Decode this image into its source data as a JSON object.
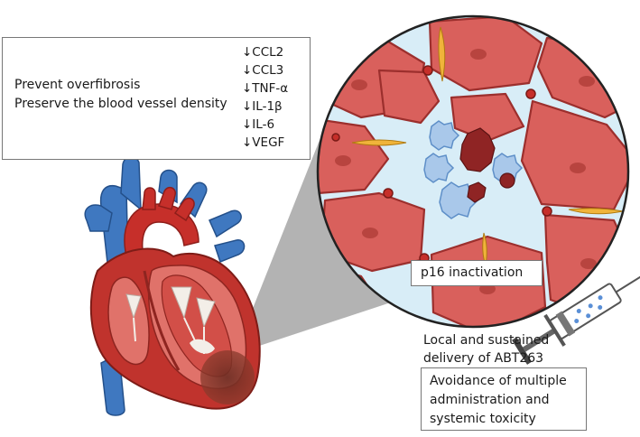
{
  "effects_box": {
    "outcomes": [
      "Prevent overfibrosis",
      "Preserve the blood vessel density"
    ],
    "cytokines": [
      "↓CCL2",
      "↓CCL3",
      "↓TNF-α",
      "↓IL-1β",
      "↓IL-6",
      "↓VEGF"
    ]
  },
  "p16_label": "p16 inactivation",
  "delivery_label": [
    "Local and sustained",
    "delivery of ABT263"
  ],
  "avoidance_box": [
    "Avoidance of multiple",
    "administration and",
    "systemic toxicity"
  ],
  "colors": {
    "cardiomyocyte": "#d9605c",
    "cardiomyocyte_border": "#9c2f2d",
    "interstitium": "#d8edf7",
    "artery": "#c62f2a",
    "vein": "#3f78c0",
    "senescent_cell": "#8f2424",
    "immune_cell": "#a9c8ea"
  }
}
